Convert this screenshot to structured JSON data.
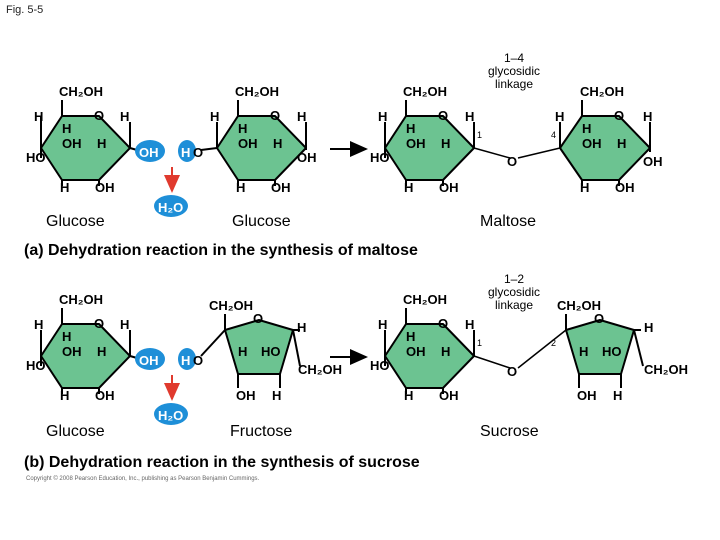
{
  "figure_label": "Fig. 5-5",
  "groups": {
    "ch2oh": "CH₂OH",
    "h": "H",
    "o": "O",
    "oh": "OH",
    "ho": "HO",
    "water": "H₂O"
  },
  "panel_a": {
    "left_name": "Glucose",
    "middle_name": "Glucose",
    "product_name": "Maltose",
    "linkage_title": "1–4",
    "linkage_line1": "glycosidic",
    "linkage_line2": "linkage",
    "carbon_left": "1",
    "carbon_right": "4",
    "caption": "(a) Dehydration reaction in the synthesis of maltose"
  },
  "panel_b": {
    "left_name": "Glucose",
    "middle_name": "Fructose",
    "product_name": "Sucrose",
    "linkage_title": "1–2",
    "linkage_line1": "glycosidic",
    "linkage_line2": "linkage",
    "carbon_left": "1",
    "carbon_right": "2",
    "caption": "(b) Dehydration reaction in the synthesis of sucrose"
  },
  "copyright": "Copyright © 2008 Pearson Education, Inc., publishing as Pearson Benjamin Cummings.",
  "colors": {
    "ring_fill": "#6cc391",
    "ring_stroke": "#000000",
    "reacting_group": "#1e8fd8",
    "water_arrow": "#e03a2e",
    "reaction_arrow": "#000000"
  }
}
